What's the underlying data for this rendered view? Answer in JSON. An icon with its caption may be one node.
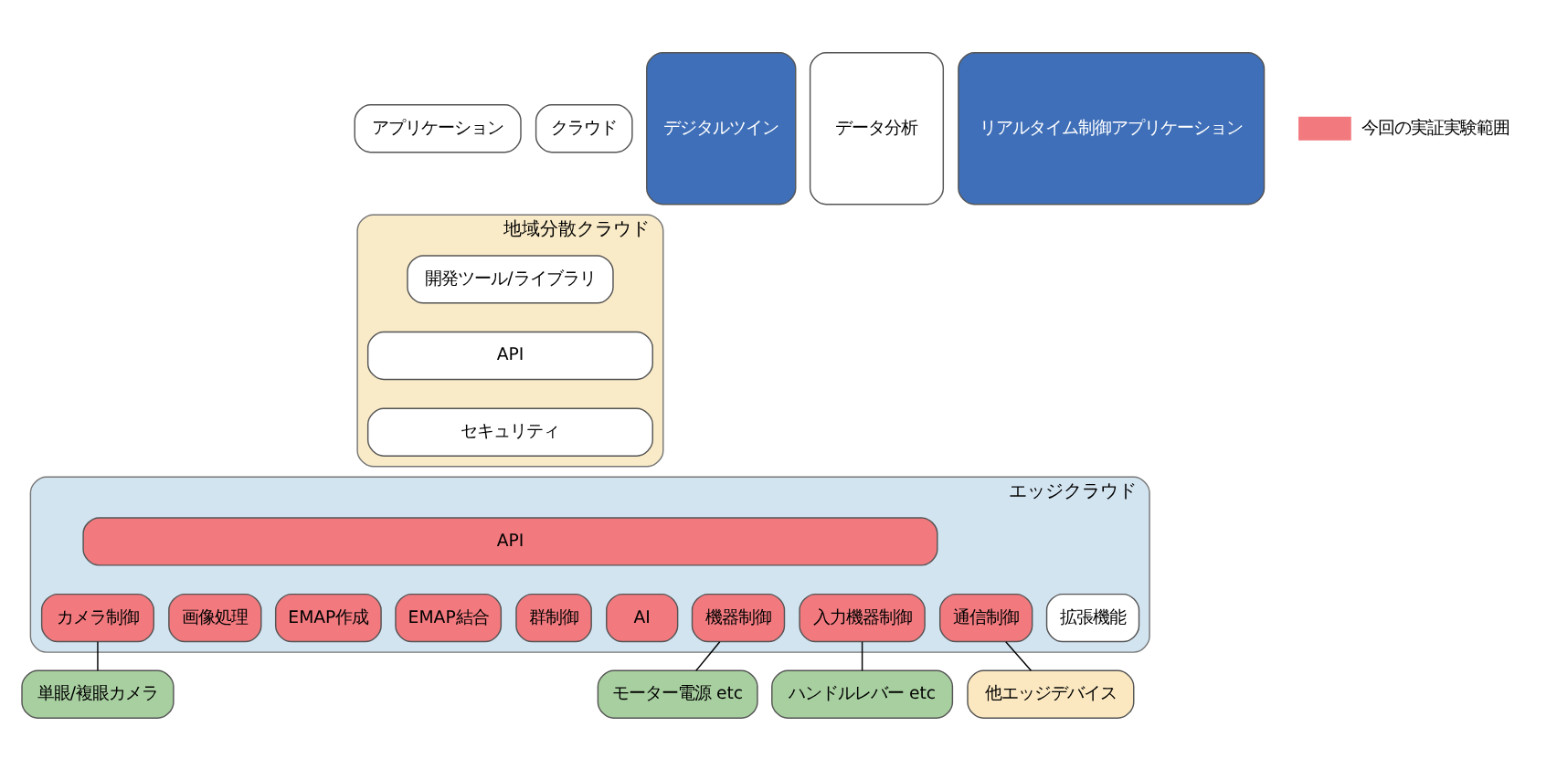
{
  "diagram": {
    "nodes": [
      {
        "text": [
          "アプリケーション"
        ]
      },
      {
        "text": [
          "クラウド"
        ]
      },
      {
        "text": [
          "デジタルツイン"
        ]
      },
      {
        "text": [
          "地域分散クラウド"
        ]
      },
      {
        "text": [
          "開発ツール/ライブラリ"
        ],
        "in": 3
      },
      {
        "text": [
          "API"
        ],
        "in": 3
      },
      {
        "text": [
          "セキュリティ"
        ],
        "in": 3
      },
      {
        "text": [
          "データ分析"
        ]
      },
      {
        "text": [
          "リアルタイム制御アプリケーション"
        ]
      },
      {
        "text": [
          "エッジクラウド"
        ]
      },
      {
        "text": [
          "API"
        ],
        "in": 9
      },
      {
        "text": [
          "カメラ制御"
        ],
        "in": 9
      },
      {
        "text": [
          "画像処理"
        ],
        "in": 9
      },
      {
        "text": [
          "EMAP作成"
        ],
        "in": 9
      },
      {
        "text": [
          "EMAP結合"
        ],
        "in": 9
      },
      {
        "text": [
          "群制御"
        ],
        "in": 9
      },
      {
        "text": [
          "AI"
        ],
        "in": 9
      },
      {
        "text": [
          "機器制御"
        ],
        "in": 9
      },
      {
        "text": [
          "入力機器制御"
        ],
        "in": 9
      },
      {
        "text": [
          "通信制御"
        ],
        "in": 9
      },
      {
        "text": [
          "拡張機能"
        ],
        "in": 9
      },
      {
        "text": [
          "単眼/複眼カメラ"
        ]
      },
      {
        "text": [
          "モーター電源 etc"
        ]
      },
      {
        "text": [
          "ハンドルレバー etc"
        ]
      },
      {
        "text": [
          "他エッジデバイス"
        ]
      }
    ],
    "edges": [
      {
        "from": 11,
        "to": 21,
        "arrow": "none"
      },
      {
        "from": 17,
        "to": 22,
        "arrow": "none"
      },
      {
        "from": 18,
        "to": 23,
        "arrow": "none"
      },
      {
        "from": 19,
        "to": 24,
        "arrow": "none"
      }
    ],
    "legend": [
      {
        "text": "今回の実証実験範囲",
        "color": "#f27a7f"
      }
    ]
  }
}
